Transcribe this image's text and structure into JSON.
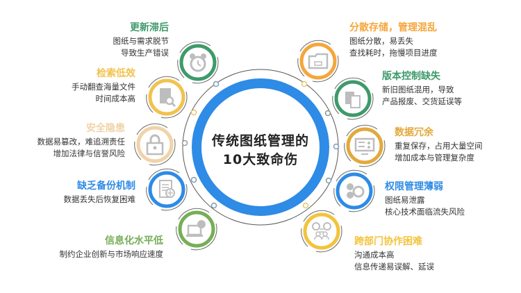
{
  "center": {
    "title_line1": "传统图纸管理的",
    "title_line2": "10大致命伤"
  },
  "colors": {
    "ring_blue": "#2E8BE6",
    "green": "#3E9A6A",
    "yellow": "#F3C64A",
    "beige": "#EEDCC0",
    "blue": "#2E8BE6",
    "olive_green": "#76AE57",
    "orange": "#F5A63A",
    "gold": "#D9AE52",
    "icon_gray": "#BDBDBD"
  },
  "items": [
    {
      "id": "update-lag",
      "side": "left",
      "title": "更新滞后",
      "color": "#3E9A6A",
      "lines": [
        "图纸与需求脱节",
        "导致生产错误"
      ],
      "icon": "alarm-clock-icon"
    },
    {
      "id": "search-inefficient",
      "side": "left",
      "title": "检索低效",
      "color": "#F2C24E",
      "lines": [
        "手动翻查海量文件",
        "时间成本高"
      ],
      "icon": "document-search-icon"
    },
    {
      "id": "security-risk",
      "side": "left",
      "title": "安全隐患",
      "color": "#F0D3A8",
      "lines": [
        "数据易篡改，难追溯责任",
        "增加法律与信誉风险"
      ],
      "icon": "lock-icon"
    },
    {
      "id": "no-backup",
      "side": "left",
      "title": "缺乏备份机制",
      "color": "#2E8BE6",
      "lines": [
        "数据丢失后恢复困难"
      ],
      "icon": "document-add-icon"
    },
    {
      "id": "low-digitalization",
      "side": "left",
      "title": "信息化水平低",
      "color": "#76AE57",
      "lines": [
        "制约企业创新与市场响应速度"
      ],
      "icon": "laptop-share-icon"
    },
    {
      "id": "scattered-storage",
      "side": "right",
      "title": "分散存储，管理混乱",
      "color": "#F5A63A",
      "lines": [
        "图纸分散，易丢失",
        "查找耗时，拖慢项目进度"
      ],
      "icon": "folder-icon"
    },
    {
      "id": "version-control",
      "side": "right",
      "title": "版本控制缺失",
      "color": "#3E9A6A",
      "lines": [
        "新旧图纸混用，导致",
        "产品报废、交货延误等"
      ],
      "icon": "documents-copy-icon"
    },
    {
      "id": "data-redundancy",
      "side": "right",
      "title": "数据冗余",
      "color": "#E2A93C",
      "lines": [
        "重复保存，占用大量空间",
        "增加成本与管理复杂度"
      ],
      "icon": "monitor-icon"
    },
    {
      "id": "weak-permissions",
      "side": "right",
      "title": "权限管理薄弱",
      "color": "#2E8BE6",
      "lines": [
        "图纸易泄露",
        "核心技术面临流失风险"
      ],
      "icon": "gears-icon"
    },
    {
      "id": "cross-dept",
      "side": "right",
      "title": "跨部门协作困难",
      "color": "#F3C33C",
      "lines": [
        "沟通成本高",
        "信息传递易误解、延误"
      ],
      "icon": "people-exchange-icon"
    }
  ]
}
